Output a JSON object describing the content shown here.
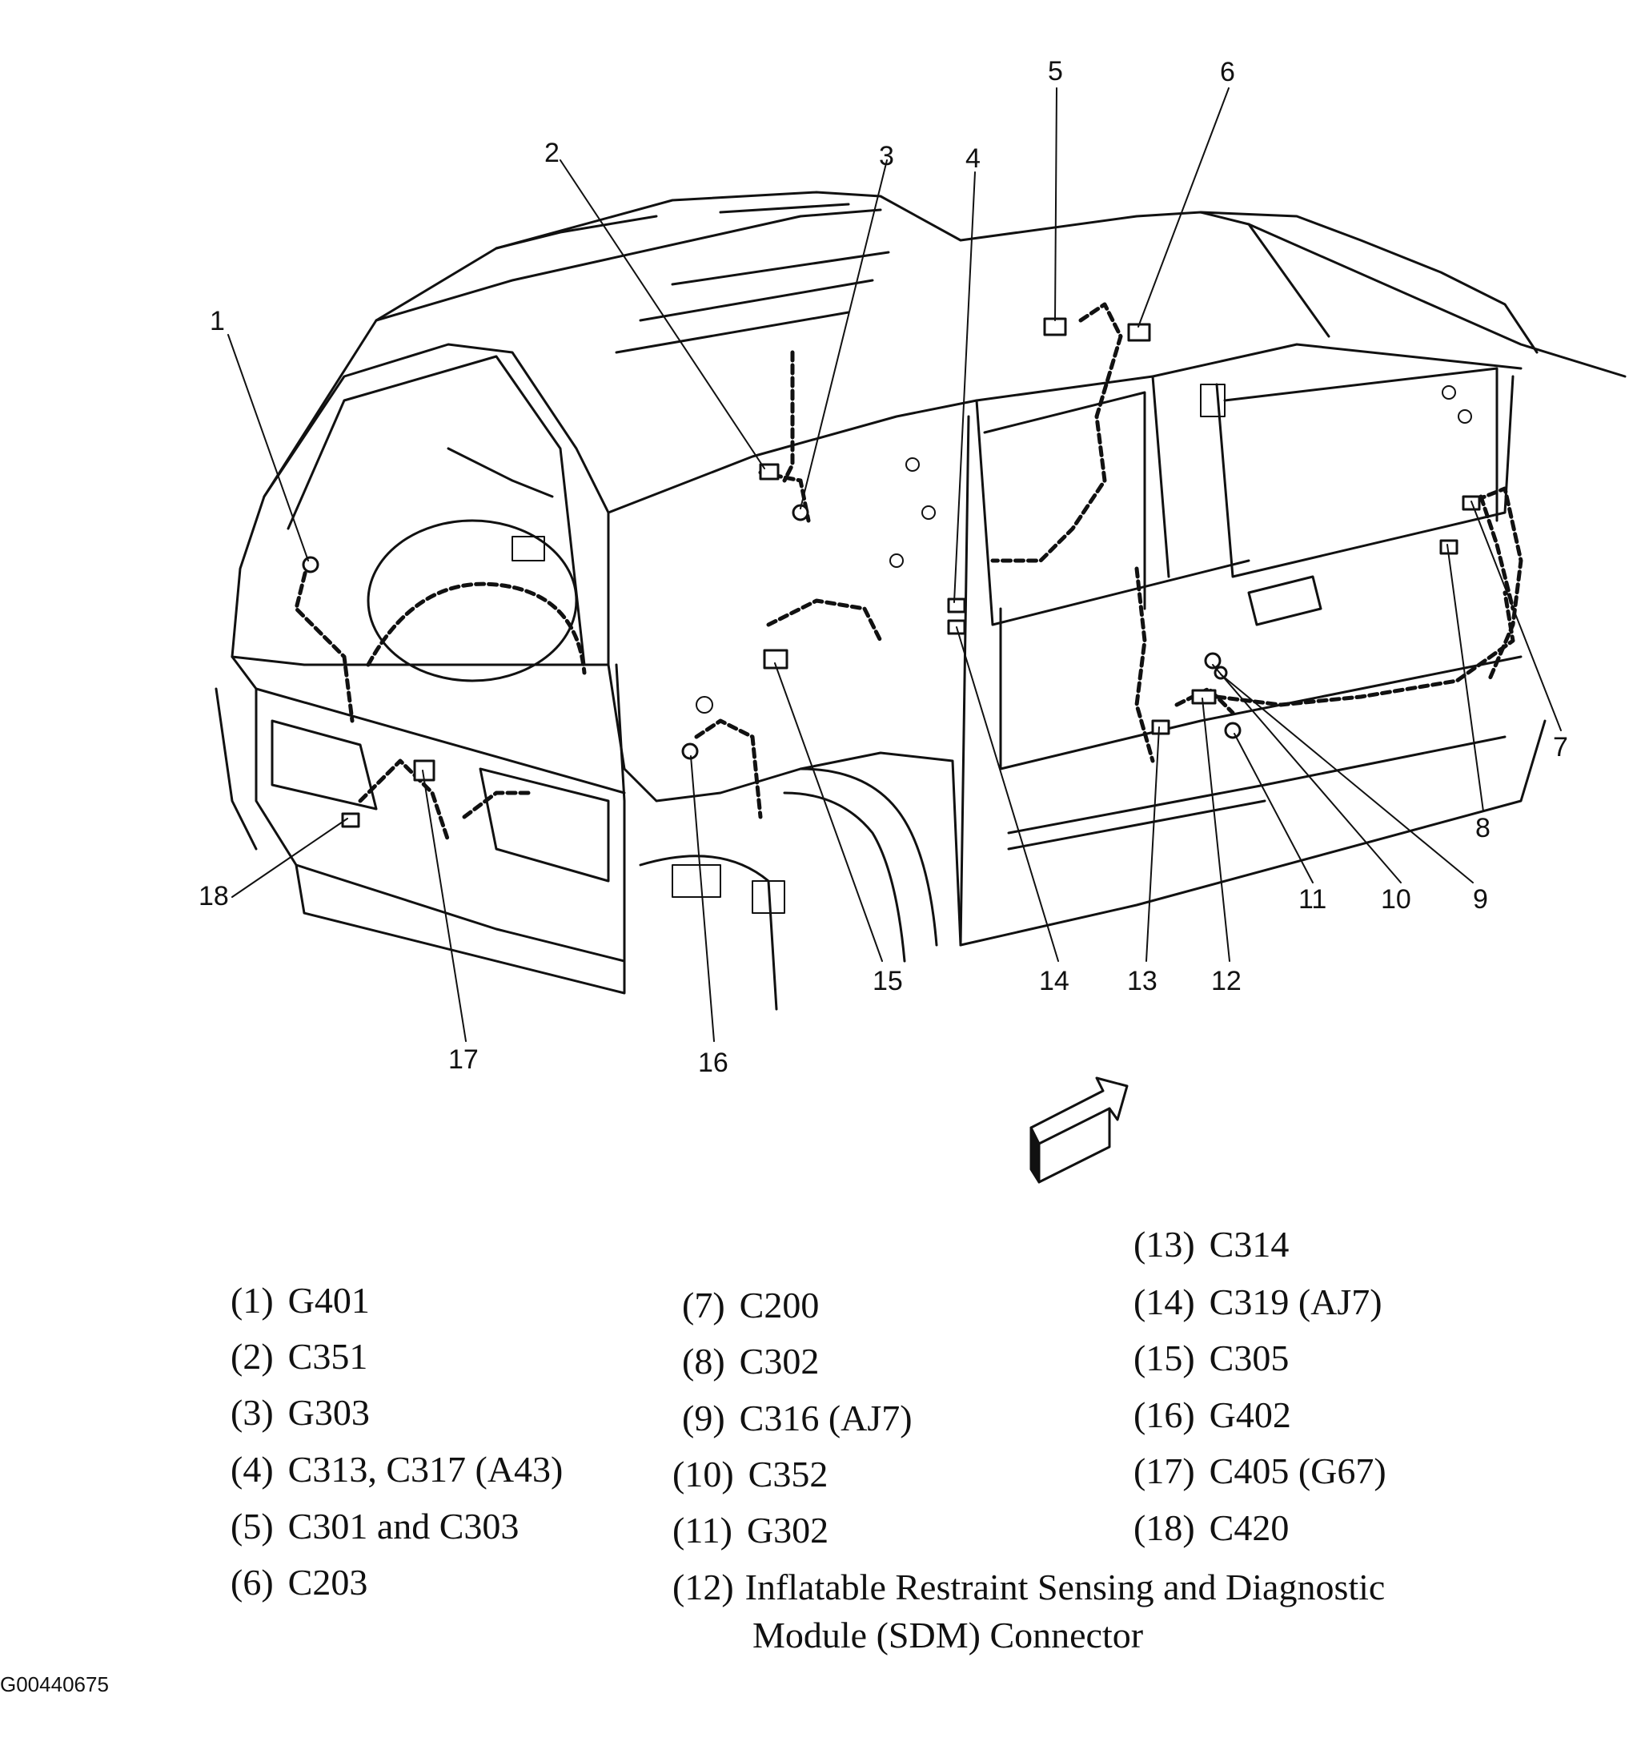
{
  "figure_id": "G00440675",
  "callouts": [
    "1",
    "2",
    "3",
    "4",
    "5",
    "6",
    "7",
    "8",
    "9",
    "10",
    "11",
    "12",
    "13",
    "14",
    "15",
    "16",
    "17",
    "18"
  ],
  "legend": [
    {
      "num": "(1)",
      "text": "G401"
    },
    {
      "num": "(2)",
      "text": "C351"
    },
    {
      "num": "(3)",
      "text": "G303"
    },
    {
      "num": "(4)",
      "text": "C313, C317 (A43)"
    },
    {
      "num": "(5)",
      "text": "C301 and C303"
    },
    {
      "num": "(6)",
      "text": "C203"
    },
    {
      "num": "(7)",
      "text": "C200"
    },
    {
      "num": "(8)",
      "text": "C302"
    },
    {
      "num": "(9)",
      "text": "C316 (AJ7)"
    },
    {
      "num": "(10)",
      "text": "C352"
    },
    {
      "num": "(11)",
      "text": "G302"
    },
    {
      "num": "(12)",
      "text": "Inflatable Restraint Sensing and Diagnostic",
      "text2": "Module (SDM) Connector"
    },
    {
      "num": "(13)",
      "text": "C314"
    },
    {
      "num": "(14)",
      "text": "C319 (AJ7)"
    },
    {
      "num": "(15)",
      "text": "C305"
    },
    {
      "num": "(16)",
      "text": "G402"
    },
    {
      "num": "(17)",
      "text": "C405 (G67)"
    },
    {
      "num": "(18)",
      "text": "C420"
    }
  ]
}
